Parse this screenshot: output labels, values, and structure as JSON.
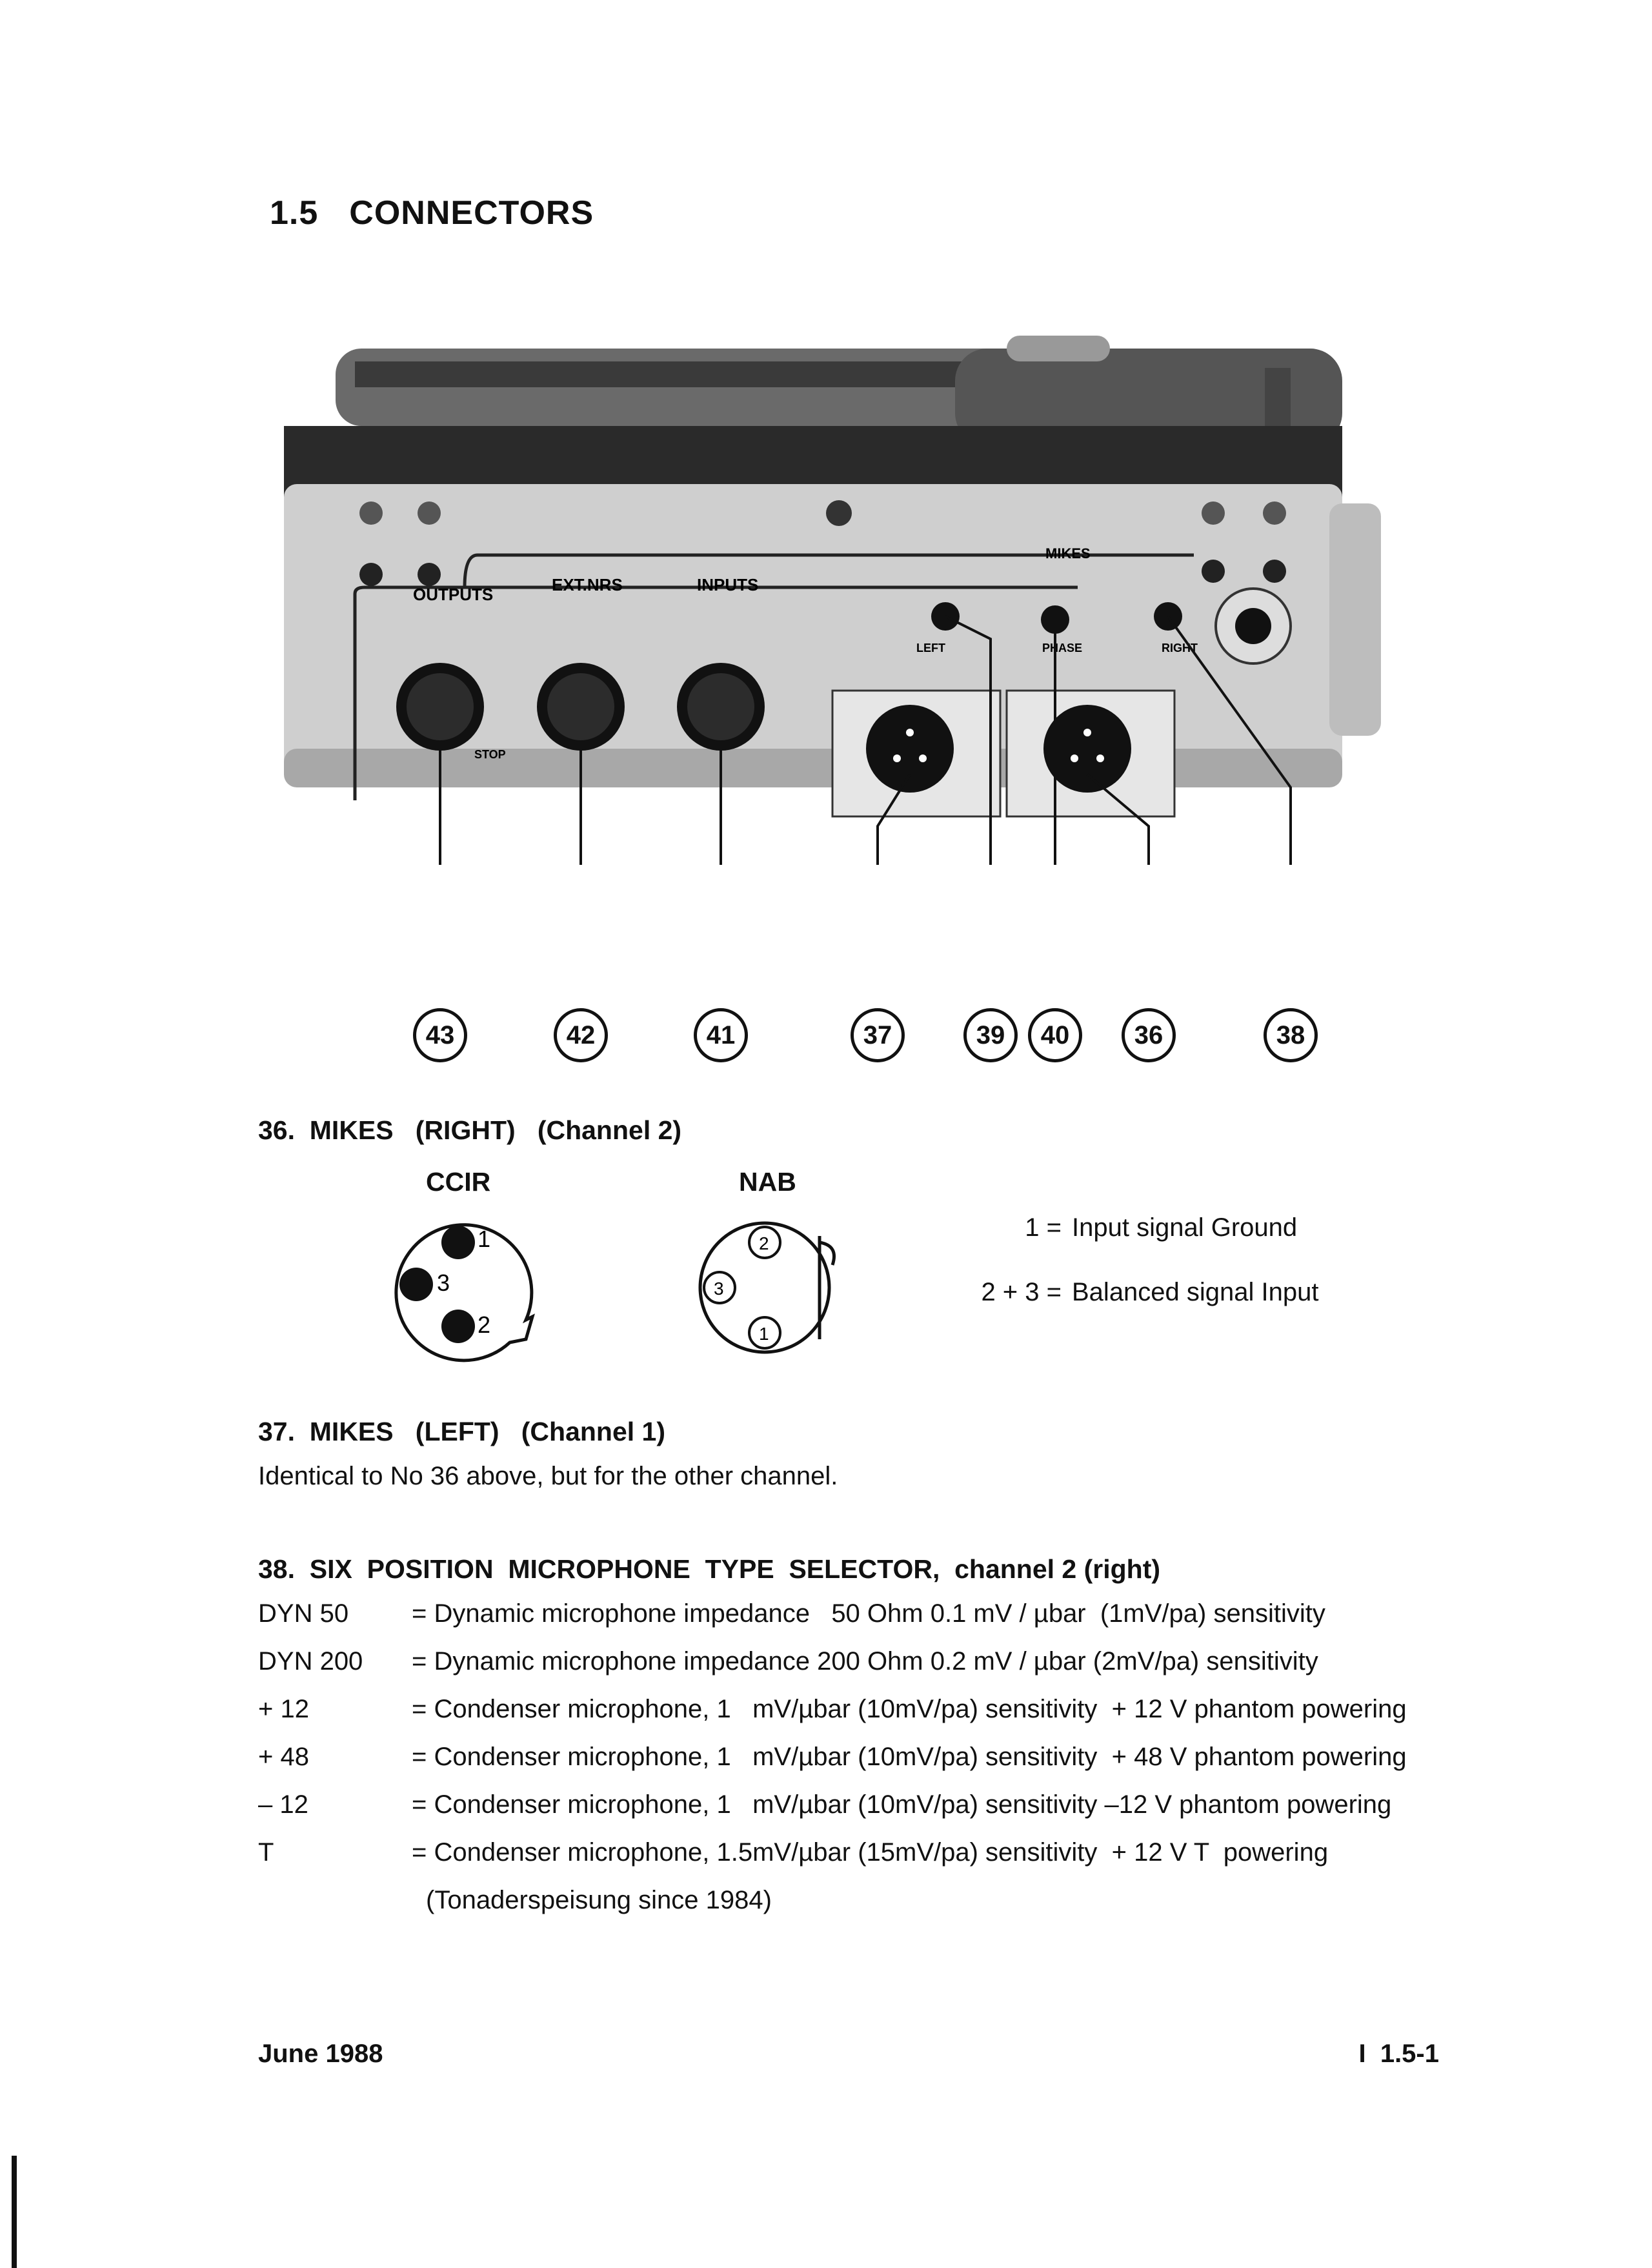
{
  "heading": {
    "number": "1.5",
    "title": "CONNECTORS"
  },
  "panel": {
    "outputs_label": "OUTPUTS",
    "extnrs_label": "EXT.NRS",
    "inputs_label": "INPUTS",
    "mikes_label": "MIKES",
    "left_label": "LEFT",
    "phase_label": "PHASE",
    "right_label": "RIGHT",
    "stop_label": "STOP"
  },
  "callouts": [
    "43",
    "42",
    "41",
    "37",
    "39",
    "40",
    "36",
    "38"
  ],
  "section36": {
    "title": "36.  MIKES   (RIGHT)   (Channel 2)",
    "ccir_label": "CCIR",
    "nab_label": "NAB",
    "ccir_pins": [
      "1",
      "3",
      "2"
    ],
    "nab_pins": [
      "2",
      "3",
      "1"
    ],
    "legend": [
      {
        "key": "1 =",
        "value": "Input signal Ground"
      },
      {
        "key": "2 + 3 =",
        "value": "Balanced signal Input"
      }
    ]
  },
  "section37": {
    "title": "37.  MIKES   (LEFT)   (Channel 1)",
    "body": "Identical to No 36 above, but for the other channel."
  },
  "section38": {
    "title": "38.  SIX  POSITION  MICROPHONE  TYPE  SELECTOR,  channel 2 (right)",
    "rows": [
      {
        "code": "DYN 50",
        "desc": "= Dynamic microphone impedance   50 Ohm 0.1 mV / µbar  (1mV/pa) sensitivity"
      },
      {
        "code": "DYN 200",
        "desc": "= Dynamic microphone impedance 200 Ohm 0.2 mV / µbar (2mV/pa) sensitivity"
      },
      {
        "code": "+ 12",
        "desc": "= Condenser microphone, 1   mV/µbar (10mV/pa) sensitivity  + 12 V phantom powering"
      },
      {
        "code": "+ 48",
        "desc": "= Condenser microphone, 1   mV/µbar (10mV/pa) sensitivity  + 48 V phantom powering"
      },
      {
        "code": "– 12",
        "desc": "= Condenser microphone, 1   mV/µbar (10mV/pa) sensitivity –12 V phantom powering"
      },
      {
        "code": "T",
        "desc": "= Condenser microphone, 1.5mV/µbar (15mV/pa) sensitivity  + 12 V T  powering"
      }
    ],
    "note": "(Tonaderspeisung since 1984)"
  },
  "footer": {
    "date": "June 1988",
    "page": "I  1.5-1"
  }
}
